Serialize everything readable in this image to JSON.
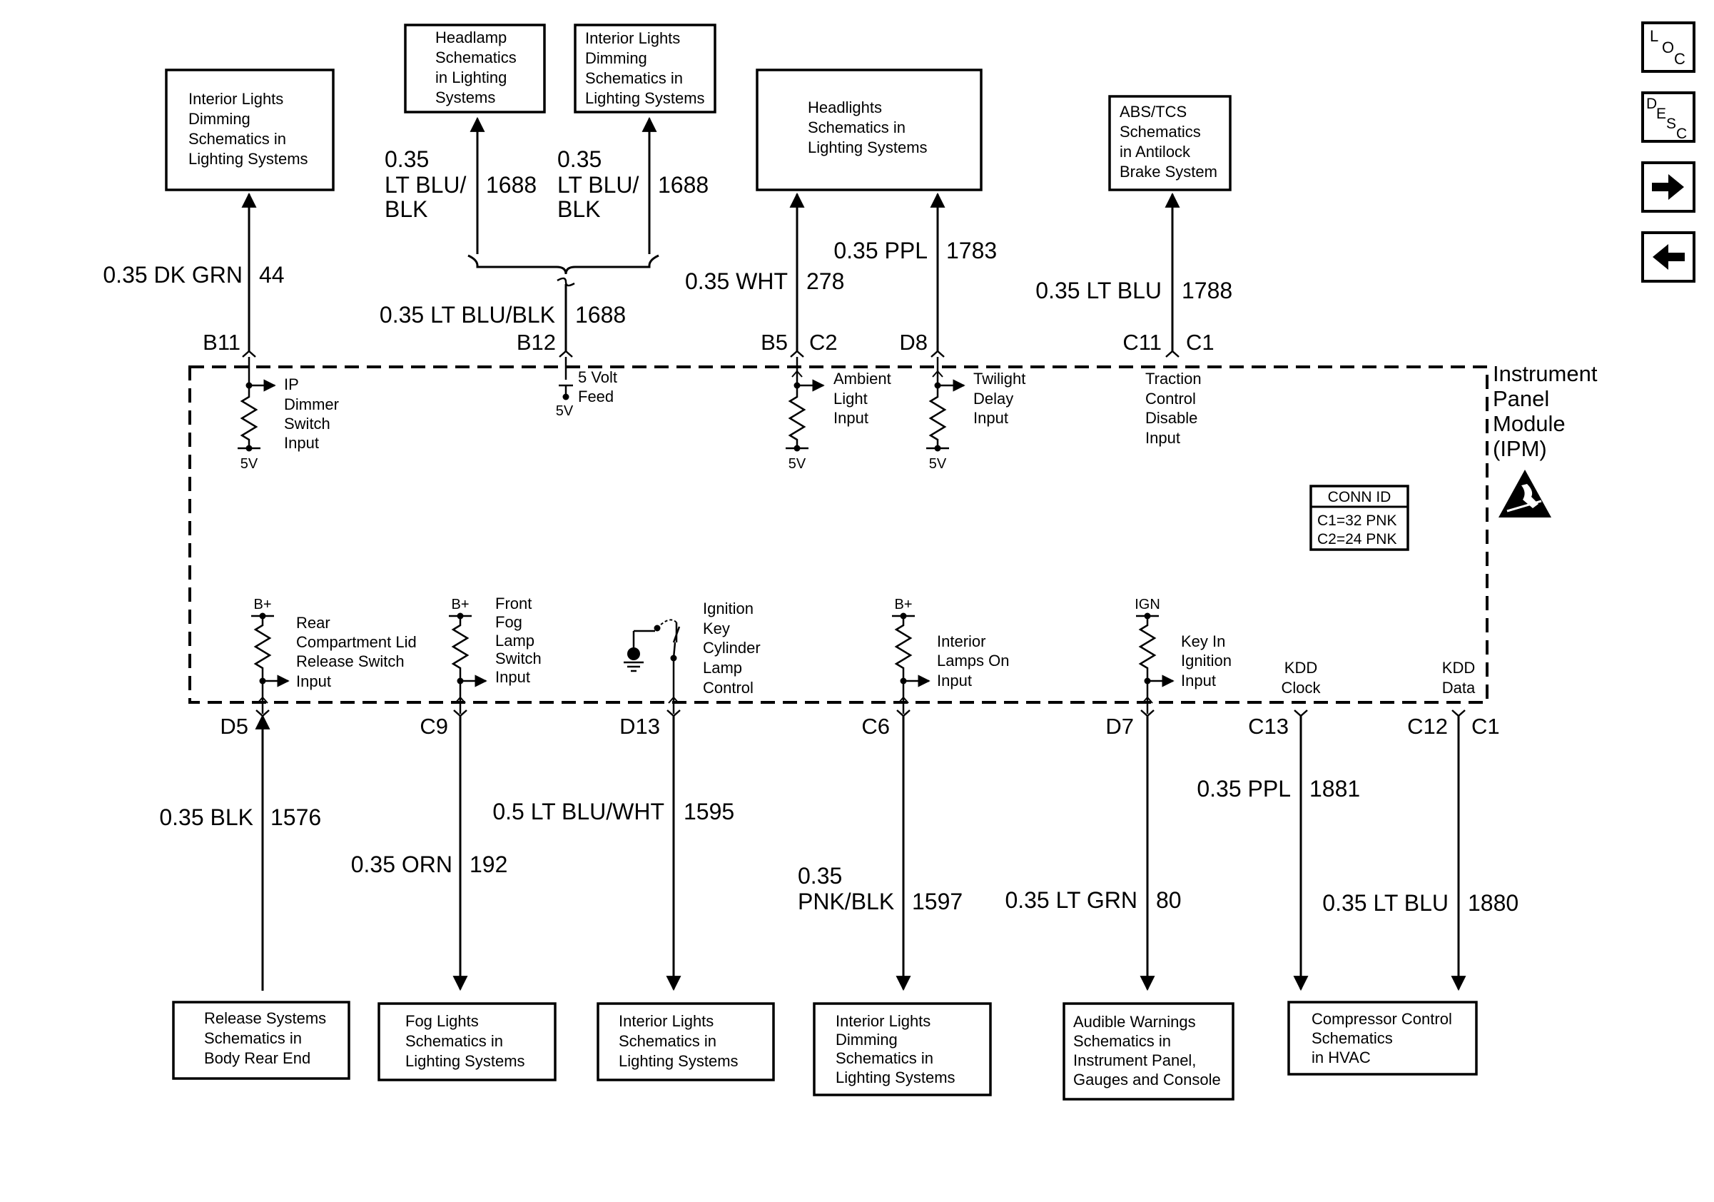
{
  "module": {
    "name_lines": [
      "Instrument",
      "Panel",
      "Module",
      "(IPM)"
    ],
    "conn_id": {
      "title": "CONN ID",
      "rows": [
        "C1=32 PNK",
        "C2=24 PNK"
      ]
    }
  },
  "nav": {
    "loc": {
      "l": "L",
      "o": "O",
      "c": "C"
    },
    "desc": {
      "d": "D",
      "e": "E",
      "s": "S",
      "c": "C"
    },
    "forward_icon": "arrow-right-icon",
    "back_icon": "arrow-left-icon"
  },
  "top_boxes": [
    {
      "lines": [
        "Interior Lights",
        "Dimming",
        "Schematics in",
        "Lighting Systems"
      ]
    },
    {
      "lines": [
        "Headlamp",
        "Schematics",
        "in Lighting",
        "Systems"
      ]
    },
    {
      "lines": [
        "Interior Lights",
        "Dimming",
        "Schematics in",
        "Lighting Systems"
      ]
    },
    {
      "lines": [
        "Headlights",
        "Schematics in",
        "Lighting Systems"
      ]
    },
    {
      "lines": [
        "ABS/TCS",
        "Schematics",
        "in Antilock",
        "Brake System"
      ]
    }
  ],
  "top_wires": {
    "b11": {
      "size_color": "0.35 DK GRN",
      "circuit": "44",
      "pin": "B11"
    },
    "headlamp": {
      "size": "0.35",
      "color_l1": "LT BLU/",
      "color_l2": "BLK",
      "circuit": "1688"
    },
    "intdim": {
      "size": "0.35",
      "color_l1": "LT BLU/",
      "color_l2": "BLK",
      "circuit": "1688"
    },
    "b12": {
      "size_color": "0.35 LT BLU/BLK",
      "circuit": "1688",
      "pin": "B12"
    },
    "b5": {
      "size_color": "0.35 WHT",
      "circuit": "278",
      "pin": "B5",
      "connector": "C2"
    },
    "d8": {
      "size_color": "0.35 PPL",
      "circuit": "1783",
      "pin": "D8"
    },
    "c11": {
      "size_color": "0.35 LT BLU",
      "circuit": "1788",
      "pin": "C11",
      "connector": "C1"
    }
  },
  "top_internals": {
    "ip_dimmer": {
      "lines": [
        "IP",
        "Dimmer",
        "Switch",
        "Input"
      ],
      "supply": "5V"
    },
    "five_volt": {
      "lines": [
        "5 Volt",
        "Feed"
      ],
      "supply": "5V"
    },
    "ambient": {
      "lines": [
        "Ambient",
        "Light",
        "Input"
      ],
      "supply": "5V"
    },
    "twilight": {
      "lines": [
        "Twilight",
        "Delay",
        "Input"
      ],
      "supply": "5V"
    },
    "traction": {
      "lines": [
        "Traction",
        "Control",
        "Disable",
        "Input"
      ]
    }
  },
  "bottom_internals": {
    "rear": {
      "lines": [
        "Rear",
        "Compartment Lid",
        "Release Switch",
        "Input"
      ],
      "supply": "B+"
    },
    "fog": {
      "lines": [
        "Front",
        "Fog",
        "Lamp",
        "Switch",
        "Input"
      ],
      "supply": "B+"
    },
    "ign_lamp": {
      "lines": [
        "Ignition",
        "Key",
        "Cylinder",
        "Lamp",
        "Control"
      ]
    },
    "int_lamps": {
      "lines": [
        "Interior",
        "Lamps On",
        "Input"
      ],
      "supply": "B+"
    },
    "key_in": {
      "lines": [
        "Key In",
        "Ignition",
        "Input"
      ],
      "supply": "IGN"
    },
    "kdd_clock": {
      "lines": [
        "KDD",
        "Clock"
      ]
    },
    "kdd_data": {
      "lines": [
        "KDD",
        "Data"
      ]
    }
  },
  "bottom_wires": {
    "d5": {
      "pin": "D5",
      "size_color": "0.35 BLK",
      "circuit": "1576"
    },
    "c9": {
      "pin": "C9",
      "size_color": "0.35 ORN",
      "circuit": "192"
    },
    "d13": {
      "pin": "D13",
      "size_color": "0.5 LT BLU/WHT",
      "circuit": "1595"
    },
    "c6": {
      "pin": "C6",
      "size": "0.35",
      "color": "PNK/BLK",
      "circuit": "1597"
    },
    "d7": {
      "pin": "D7",
      "size_color": "0.35 LT GRN",
      "circuit": "80"
    },
    "c13": {
      "pin": "C13",
      "size_color": "0.35 PPL",
      "circuit": "1881"
    },
    "c12": {
      "pin": "C12",
      "connector": "C1",
      "size_color": "0.35 LT BLU",
      "circuit": "1880"
    }
  },
  "bottom_boxes": [
    {
      "lines": [
        "Release Systems",
        "Schematics in",
        "Body Rear End"
      ]
    },
    {
      "lines": [
        "Fog Lights",
        "Schematics in",
        "Lighting Systems"
      ]
    },
    {
      "lines": [
        "Interior Lights",
        "Schematics in",
        "Lighting Systems"
      ]
    },
    {
      "lines": [
        "Interior Lights",
        "Dimming",
        "Schematics in",
        "Lighting Systems"
      ]
    },
    {
      "lines": [
        "Audible Warnings",
        "Schematics in",
        "Instrument Panel,",
        "Gauges and Console"
      ]
    },
    {
      "lines": [
        "Compressor Control",
        "Schematics",
        "in HVAC"
      ]
    }
  ],
  "esd_icon": "esd-warning-icon"
}
